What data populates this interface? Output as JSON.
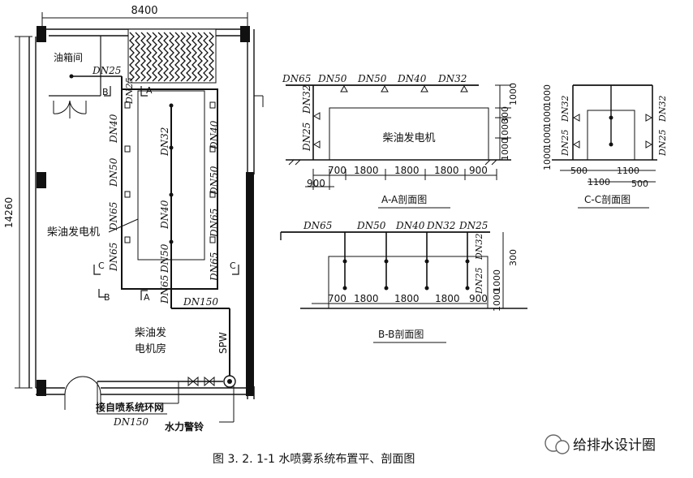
{
  "plan": {
    "width_dim": "8400",
    "height_dim": "14260",
    "oil_room": "油箱间",
    "generator_label": "柴油发电机",
    "room_label_1": "柴油发",
    "room_label_2": "电机房",
    "spw": "SPW",
    "connect_label": "接自喷系统环网",
    "dn150_bottom": "DN150",
    "alarm_label": "水力警铃",
    "pipes": {
      "dn25": "DN25",
      "dn25_vert": "DN25",
      "dn40_left": "DN40",
      "dn50_left": "DN50",
      "dn65_left_a": "DN65",
      "dn65_left_b": "DN65",
      "dn32_mid": "DN32",
      "dn40_mid": "DN40",
      "dn50_mid": "DN50",
      "dn65_mid": "DN65",
      "dn40_right": "DN40",
      "dn50_right": "DN50",
      "dn65_right_a": "DN65",
      "dn65_right_b": "DN65",
      "dn150": "DN150"
    },
    "section_marks": {
      "a": "A",
      "b": "B",
      "c": "C"
    }
  },
  "aa": {
    "title": "A-A剖面图",
    "generator": "柴油发电机",
    "top_labels": [
      "DN65",
      "DN50",
      "DN50",
      "DN40",
      "DN32"
    ],
    "left_labels": [
      "DN32",
      "DN25"
    ],
    "right_dims": [
      "1000",
      "300",
      "1000",
      "1000"
    ],
    "bottom_dims": [
      "700",
      "1800",
      "1800",
      "1800",
      "900"
    ],
    "dim_900": "900"
  },
  "cc": {
    "title": "C-C剖面图",
    "left_labels": [
      "DN25",
      "DN32"
    ],
    "right_labels": [
      "DN25",
      "DN32"
    ],
    "left_dims": [
      "1000",
      "1000",
      "1000",
      "1000"
    ],
    "bottom_dims": [
      "500",
      "1100",
      "1100",
      "500"
    ]
  },
  "bb": {
    "title": "B-B剖面图",
    "top_labels": [
      "DN65",
      "DN50",
      "DN40",
      "DN32",
      "DN25"
    ],
    "vert_labels": [
      "DN32",
      "DN25"
    ],
    "right_dims": [
      "300",
      "1000",
      "1000"
    ],
    "bottom_dims": [
      "700",
      "1800",
      "1800",
      "1800",
      "900"
    ]
  },
  "caption": "图 3. 2. 1-1   水喷雾系统布置平、剖面图",
  "watermark": "给排水设计圈",
  "colors": {
    "ink": "#111111",
    "background": "#ffffff"
  }
}
